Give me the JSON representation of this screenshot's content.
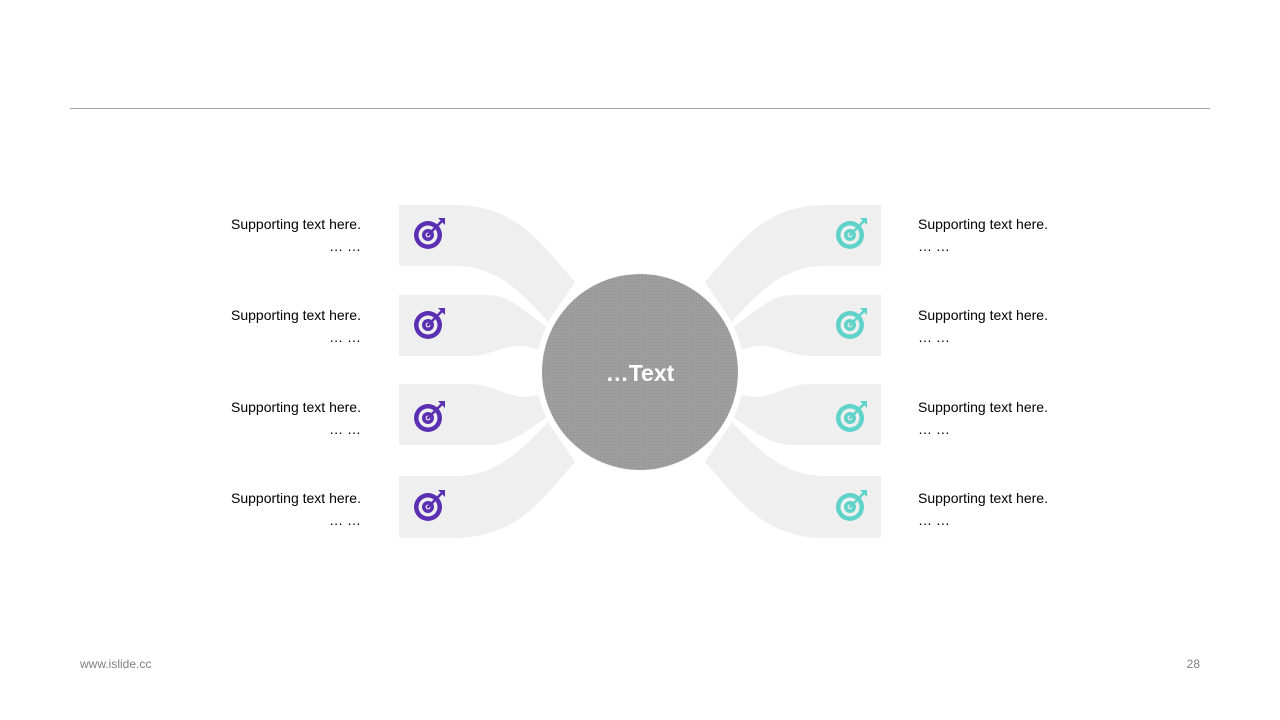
{
  "center": {
    "label": "…Text",
    "fill": "#a6a6a6"
  },
  "colors": {
    "left_icon": "#5b2fb2",
    "right_icon": "#5fd3c9",
    "band": "#efefef"
  },
  "left_items": [
    {
      "title": "Supporting  text here.",
      "sub": "… …",
      "icon": "target-icon"
    },
    {
      "title": "Supporting  text here.",
      "sub": "… …",
      "icon": "target-icon"
    },
    {
      "title": "Supporting  text here.",
      "sub": "… …",
      "icon": "target-icon"
    },
    {
      "title": "Supporting  text here.",
      "sub": "… …",
      "icon": "target-icon"
    }
  ],
  "right_items": [
    {
      "title": "Supporting  text here.",
      "sub": "… …",
      "icon": "target-icon"
    },
    {
      "title": "Supporting  text here.",
      "sub": "… …",
      "icon": "target-icon"
    },
    {
      "title": "Supporting  text here.",
      "sub": "… …",
      "icon": "target-icon"
    },
    {
      "title": "Supporting  text here.",
      "sub": "… …",
      "icon": "target-icon"
    }
  ],
  "footer": {
    "url": "www.islide.cc",
    "page": "28"
  }
}
